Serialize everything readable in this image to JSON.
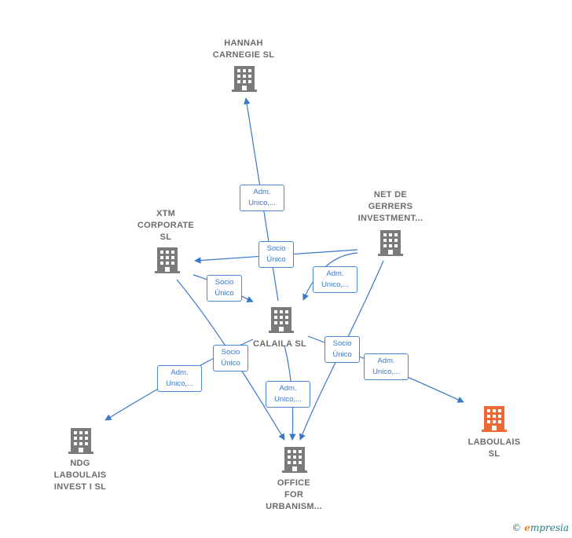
{
  "nodes": {
    "hannah": {
      "label": "HANNAH\nCARNEGIE  SL",
      "color": "#7a7a7a"
    },
    "xtm": {
      "label": "XTM\nCORPORATE\nSL",
      "color": "#7a7a7a"
    },
    "netde": {
      "label": "NET DE\nGERRERS\nINVESTMENT...",
      "color": "#7a7a7a"
    },
    "calaila": {
      "label": "CALAILA  SL",
      "color": "#7a7a7a"
    },
    "ndg": {
      "label": "NDG\nLABOULAIS\nINVEST I  SL",
      "color": "#7a7a7a"
    },
    "office": {
      "label": "OFFICE\nFOR\nURBANISM...",
      "color": "#7a7a7a"
    },
    "laboulais": {
      "label": "LABOULAIS\nSL",
      "color": "#f06a35"
    }
  },
  "edges": {
    "e1": "Adm.\nUnico,...",
    "e2": "Socio\nÚnico",
    "e3": "Adm.\nUnico,...",
    "e4": "Socio\nÚnico",
    "e5": "Socio\nÚnico",
    "e6": "Adm.\nUnico,...",
    "e7": "Socio\nÚnico",
    "e8": "Adm.\nUnico,...",
    "e9": "Adm.\nUnico,..."
  },
  "colors": {
    "edge": "#3a78c9",
    "building": "#7a7a7a",
    "highlight": "#f06a35"
  },
  "brand": {
    "copyright": "©",
    "name_initial": "e",
    "name_rest": "mpresia"
  }
}
